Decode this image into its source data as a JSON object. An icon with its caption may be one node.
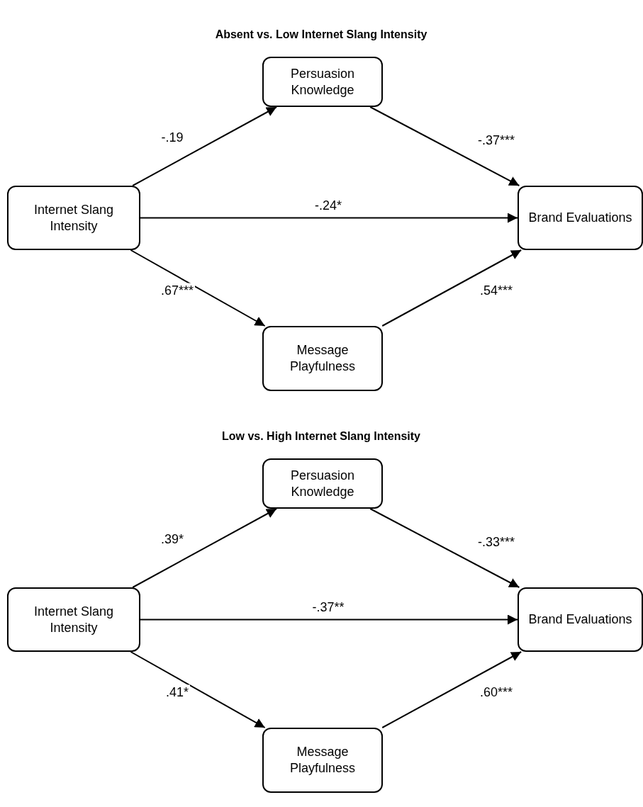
{
  "diagram": {
    "nodes": [
      {
        "text": [
          "Persuasion Knowledge"
        ]
      },
      {
        "text": [
          "Internet Slang Intensity"
        ]
      },
      {
        "text": [
          "Brand Evaluations"
        ]
      },
      {
        "text": [
          "Message Playfulness"
        ]
      },
      {
        "text": [
          "Persuasion Knowledge"
        ]
      },
      {
        "text": [
          "Internet Slang Intensity"
        ]
      },
      {
        "text": [
          "Brand Evaluations"
        ]
      },
      {
        "text": [
          "Message Playfulness"
        ]
      }
    ],
    "edges": [
      {
        "from": 1,
        "to": 0,
        "arrow": "to",
        "label": "-.19"
      },
      {
        "from": 0,
        "to": 2,
        "arrow": "to",
        "label": "-.37***"
      },
      {
        "from": 1,
        "to": 2,
        "arrow": "to",
        "label": "-.24*"
      },
      {
        "from": 1,
        "to": 3,
        "arrow": "to",
        "label": ".67***"
      },
      {
        "from": 3,
        "to": 2,
        "arrow": "to",
        "label": ".54***"
      },
      {
        "from": 5,
        "to": 4,
        "arrow": "to",
        "label": ".39*"
      },
      {
        "from": 4,
        "to": 6,
        "arrow": "to",
        "label": "-.33***"
      },
      {
        "from": 5,
        "to": 6,
        "arrow": "to",
        "label": "-.37**"
      },
      {
        "from": 5,
        "to": 7,
        "arrow": "to",
        "label": ".41*"
      },
      {
        "from": 7,
        "to": 6,
        "arrow": "to",
        "label": ".60***"
      }
    ],
    "labels": [
      "Absent vs. Low Internet Slang Intensity",
      "Low vs. High Internet Slang Intensity"
    ]
  }
}
